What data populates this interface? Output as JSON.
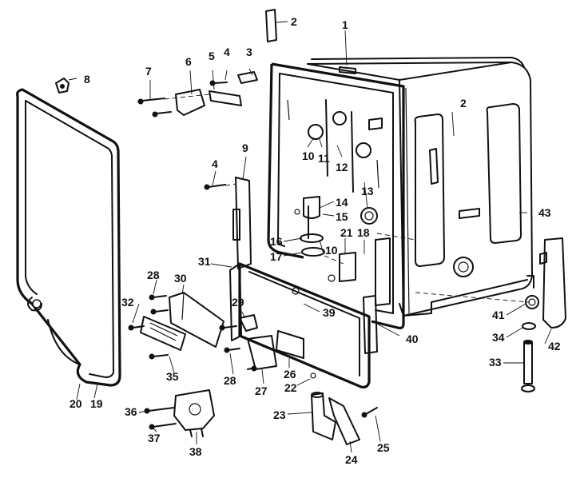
{
  "callouts": [
    {
      "id": "c1",
      "text": "1"
    },
    {
      "id": "c2a",
      "text": "2"
    },
    {
      "id": "c2b",
      "text": "2"
    },
    {
      "id": "c3",
      "text": "3"
    },
    {
      "id": "c4a",
      "text": "4"
    },
    {
      "id": "c4b",
      "text": "4"
    },
    {
      "id": "c5",
      "text": "5"
    },
    {
      "id": "c6",
      "text": "6"
    },
    {
      "id": "c7",
      "text": "7"
    },
    {
      "id": "c8",
      "text": "8"
    },
    {
      "id": "c9",
      "text": "9"
    },
    {
      "id": "c10a",
      "text": "10"
    },
    {
      "id": "c10b",
      "text": "10"
    },
    {
      "id": "c11",
      "text": "11"
    },
    {
      "id": "c12",
      "text": "12"
    },
    {
      "id": "c13",
      "text": "13"
    },
    {
      "id": "c14",
      "text": "14"
    },
    {
      "id": "c15",
      "text": "15"
    },
    {
      "id": "c16",
      "text": "16"
    },
    {
      "id": "c17",
      "text": "17"
    },
    {
      "id": "c18",
      "text": "18"
    },
    {
      "id": "c19",
      "text": "19"
    },
    {
      "id": "c20",
      "text": "20"
    },
    {
      "id": "c21",
      "text": "21"
    },
    {
      "id": "c22",
      "text": "22"
    },
    {
      "id": "c23",
      "text": "23"
    },
    {
      "id": "c24",
      "text": "24"
    },
    {
      "id": "c25",
      "text": "25"
    },
    {
      "id": "c26",
      "text": "26"
    },
    {
      "id": "c27",
      "text": "27"
    },
    {
      "id": "c28a",
      "text": "28"
    },
    {
      "id": "c28b",
      "text": "28"
    },
    {
      "id": "c29",
      "text": "29"
    },
    {
      "id": "c30",
      "text": "30"
    },
    {
      "id": "c31",
      "text": "31"
    },
    {
      "id": "c32",
      "text": "32"
    },
    {
      "id": "c33",
      "text": "33"
    },
    {
      "id": "c34",
      "text": "34"
    },
    {
      "id": "c35",
      "text": "35"
    },
    {
      "id": "c36",
      "text": "36"
    },
    {
      "id": "c37",
      "text": "37"
    },
    {
      "id": "c38",
      "text": "38"
    },
    {
      "id": "c39",
      "text": "39"
    },
    {
      "id": "c40",
      "text": "40"
    },
    {
      "id": "c41",
      "text": "41"
    },
    {
      "id": "c42",
      "text": "42"
    },
    {
      "id": "c43",
      "text": "43"
    }
  ]
}
